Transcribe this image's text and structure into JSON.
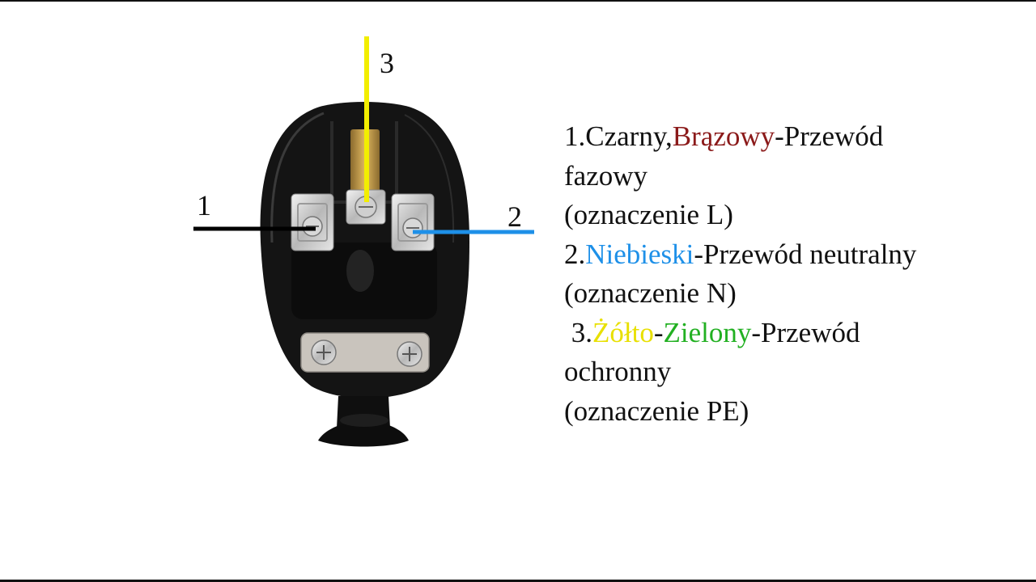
{
  "labels": {
    "one": "1",
    "two": "2",
    "three": "3"
  },
  "legend": {
    "line1": {
      "prefix": "1.Czarny,",
      "brown": "Brązowy",
      "suffix": "-Przewód"
    },
    "line2": "fazowy",
    "line3": "(oznaczenie L)",
    "line4": {
      "prefix": "2.",
      "blue": "Niebieski",
      "suffix": "-Przewód neutralny"
    },
    "line5": "(oznaczenie N)",
    "line6": {
      "prefix": " 3.",
      "yellow": "Żółto",
      "dash": "-",
      "green": "Zielony",
      "suffix": "-Przewód"
    },
    "line7": "ochronny",
    "line8": "(oznaczenie PE)"
  },
  "colors": {
    "black_wire": "#000000",
    "blue_wire": "#1e90e8",
    "yellow_wire": "#f2ee00",
    "plug_body": "#111111",
    "brown_text": "#8b1a1a",
    "blue_text": "#1e90e8",
    "yellow_text": "#e8e000",
    "green_text": "#22b022"
  }
}
